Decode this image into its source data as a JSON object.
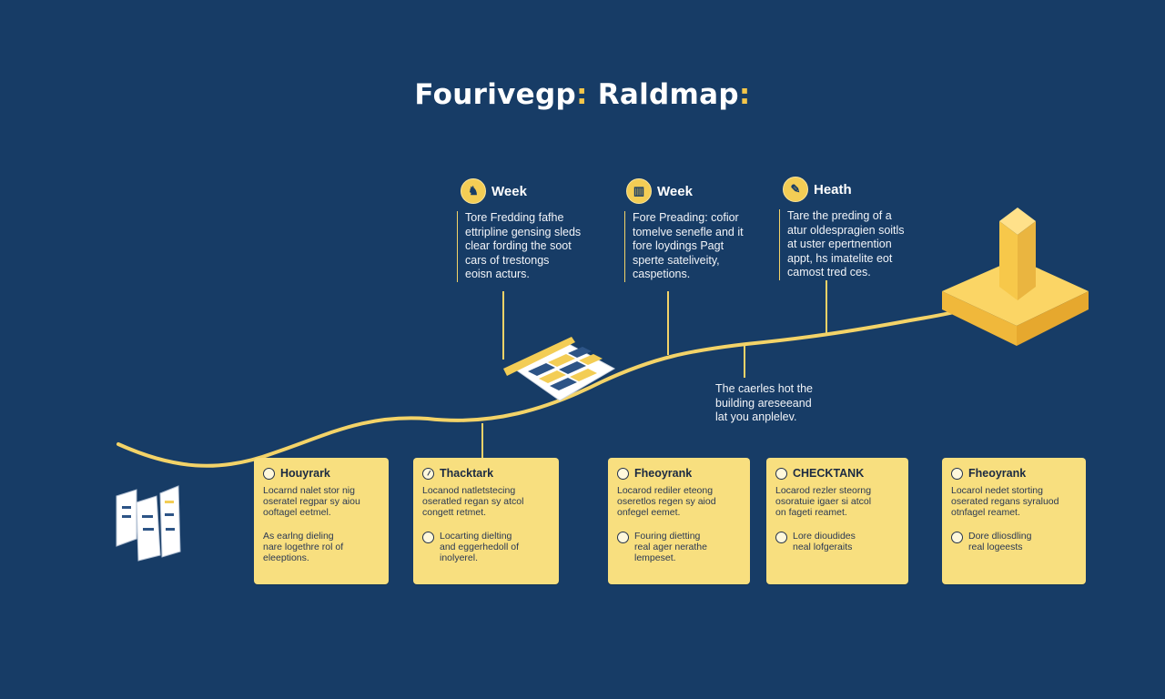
{
  "title": {
    "main": "Fourivegp",
    "colon1": ":",
    "second": " Raldmap",
    "colon2": ":"
  },
  "milestones": [
    {
      "icon": "chair-icon",
      "glyph": "♞",
      "heading": "Week",
      "lines": [
        "Tore Fredding fafhe",
        "ettripline gensing sleds",
        "clear fording the soot",
        "cars of trestongs",
        "eoisn acturs."
      ]
    },
    {
      "icon": "books-icon",
      "glyph": "▥",
      "heading": "Week",
      "lines": [
        "Fore Preading: cofior",
        "tomelve senefle and it",
        "fore loydings Pagt",
        "sperte sateliveity,",
        "caspetions."
      ]
    },
    {
      "icon": "pencil-icon",
      "glyph": "✎",
      "heading": "Heath",
      "lines": [
        "Tare the preding of a",
        "atur oldespragien soitls",
        "at uster epertnention",
        "appt, hs imatelite eot",
        "camost tred ces."
      ]
    }
  ],
  "note": {
    "lines": [
      "The caerles hot the",
      "building areseeand",
      "lat you anplelev."
    ]
  },
  "cards": [
    {
      "title": "Houyrark",
      "checked": false,
      "desc": [
        "Locarnd nalet stor nig",
        "oseratel regpar sy aiou",
        "ooftagel eetmel."
      ],
      "sub_radio": false,
      "sub": [
        "As earlng dieling",
        "nare logethre rol of",
        "eleeptions."
      ]
    },
    {
      "title": "Thacktark",
      "checked": true,
      "desc": [
        "Locanod natletstecing",
        "oseratled regan sy atcol",
        "congett retmet."
      ],
      "sub_radio": true,
      "sub": [
        "Locarting dielting",
        "and eggerhedoll of",
        "inolyerel."
      ]
    },
    {
      "title": "Fheoyrank",
      "checked": false,
      "desc": [
        "Locarod rediler eteong",
        "oseretlos regen sy aiod",
        "onfegel eemet."
      ],
      "sub_radio": true,
      "sub": [
        "Fouring dietting",
        "real ager nerathe",
        "lempeset."
      ]
    },
    {
      "title": "CHECKTANK",
      "checked": false,
      "desc": [
        "Locarod rezler steorng",
        "osoratuie igaer si atcol",
        "on fageti reamet."
      ],
      "sub_radio": true,
      "sub": [
        "Lore dioudides",
        "neal lofgeraits"
      ]
    },
    {
      "title": "Fheoyrank",
      "checked": false,
      "desc": [
        "Locarol nedet storting",
        "oserated regans syraluod",
        "otnfagel reamet."
      ],
      "sub_radio": true,
      "sub": [
        "Dore dliosdling",
        "real logeests"
      ]
    }
  ],
  "colors": {
    "background": "#173c66",
    "accent": "#f4c64a",
    "card": "#f8df7f",
    "line": "#f3d368"
  }
}
